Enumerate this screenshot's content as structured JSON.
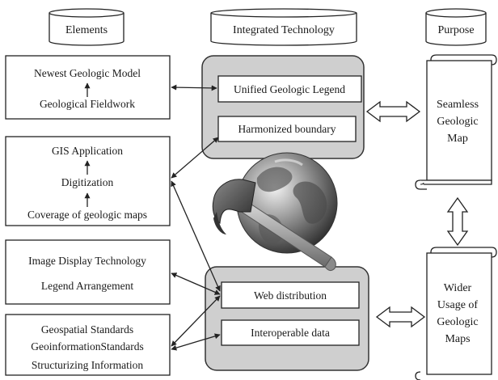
{
  "headers": {
    "elements": "Elements",
    "technology": "Integrated Technology",
    "purpose": "Purpose"
  },
  "elements": {
    "group1": [
      "Newest Geologic Model",
      "Geological Fieldwork"
    ],
    "group2": [
      "GIS Application",
      "Digitization",
      "Coverage of geologic maps"
    ],
    "group3": [
      "Image Display Technology",
      "Legend Arrangement"
    ],
    "group4": [
      "Geospatial Standards",
      "GeoinformationStandards",
      "Structurizing Information"
    ]
  },
  "technology": {
    "upper": [
      "Unified Geologic Legend",
      "Harmonized boundary"
    ],
    "lower": [
      "Web distribution",
      "Interoperable data"
    ]
  },
  "purpose": {
    "top": [
      "Seamless",
      "Geologic",
      "Map"
    ],
    "bottom": [
      "Wider",
      "Usage of",
      "Geologic",
      "Maps"
    ]
  },
  "colors": {
    "panel_fill": "#cfcfcf",
    "line": "#222222"
  },
  "icons": [
    "hammer-icon",
    "globe-icon",
    "scroll-icon",
    "database-cylinder-icon"
  ]
}
